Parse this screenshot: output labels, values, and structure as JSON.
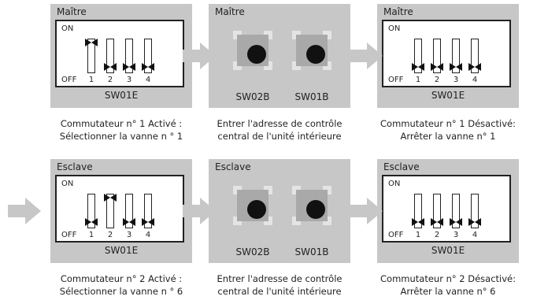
{
  "colors": {
    "panel": "#c7c7c7",
    "arrow": "#c7c7c7",
    "dark": "#111111"
  },
  "rows": [
    {
      "panels": [
        {
          "title": "Maître",
          "type": "dip",
          "switch_label": "SW01E",
          "on_label": "ON",
          "off_label": "OFF",
          "switches": [
            {
              "num": "1",
              "state": "on"
            },
            {
              "num": "2",
              "state": "off"
            },
            {
              "num": "3",
              "state": "off"
            },
            {
              "num": "4",
              "state": "off"
            }
          ]
        },
        {
          "title": "Maître",
          "type": "rotary",
          "labels": [
            "SW02B",
            "SW01B"
          ]
        },
        {
          "title": "Maître",
          "type": "dip",
          "switch_label": "SW01E",
          "on_label": "ON",
          "off_label": "OFF",
          "switches": [
            {
              "num": "1",
              "state": "off"
            },
            {
              "num": "2",
              "state": "off"
            },
            {
              "num": "3",
              "state": "off"
            },
            {
              "num": "4",
              "state": "off"
            }
          ]
        }
      ],
      "captions": [
        [
          "Commutateur n° 1 Activé :",
          "Sélectionner la vanne n ° 1"
        ],
        [
          "Entrer l'adresse de contrôle",
          "central de l'unité intérieure"
        ],
        [
          "Commutateur n° 1 Désactivé:",
          "Arrêter la vanne n° 1"
        ]
      ]
    },
    {
      "panels": [
        {
          "title": "Esclave",
          "type": "dip",
          "switch_label": "SW01E",
          "on_label": "ON",
          "off_label": "OFF",
          "switches": [
            {
              "num": "1",
              "state": "off"
            },
            {
              "num": "2",
              "state": "on"
            },
            {
              "num": "3",
              "state": "off"
            },
            {
              "num": "4",
              "state": "off"
            }
          ]
        },
        {
          "title": "Esclave",
          "type": "rotary",
          "labels": [
            "SW02B",
            "SW01B"
          ]
        },
        {
          "title": "Esclave",
          "type": "dip",
          "switch_label": "SW01E",
          "on_label": "ON",
          "off_label": "OFF",
          "switches": [
            {
              "num": "1",
              "state": "off"
            },
            {
              "num": "2",
              "state": "off"
            },
            {
              "num": "3",
              "state": "off"
            },
            {
              "num": "4",
              "state": "off"
            }
          ]
        }
      ],
      "captions": [
        [
          "Commutateur n° 2 Activé :",
          "Sélectionner la vanne n ° 6"
        ],
        [
          "Entrer l'adresse de contrôle",
          "central de l'unité intérieure"
        ],
        [
          "Commutateur n° 2 Désactivé:",
          "Arrêter la vanne n° 6"
        ]
      ]
    }
  ]
}
